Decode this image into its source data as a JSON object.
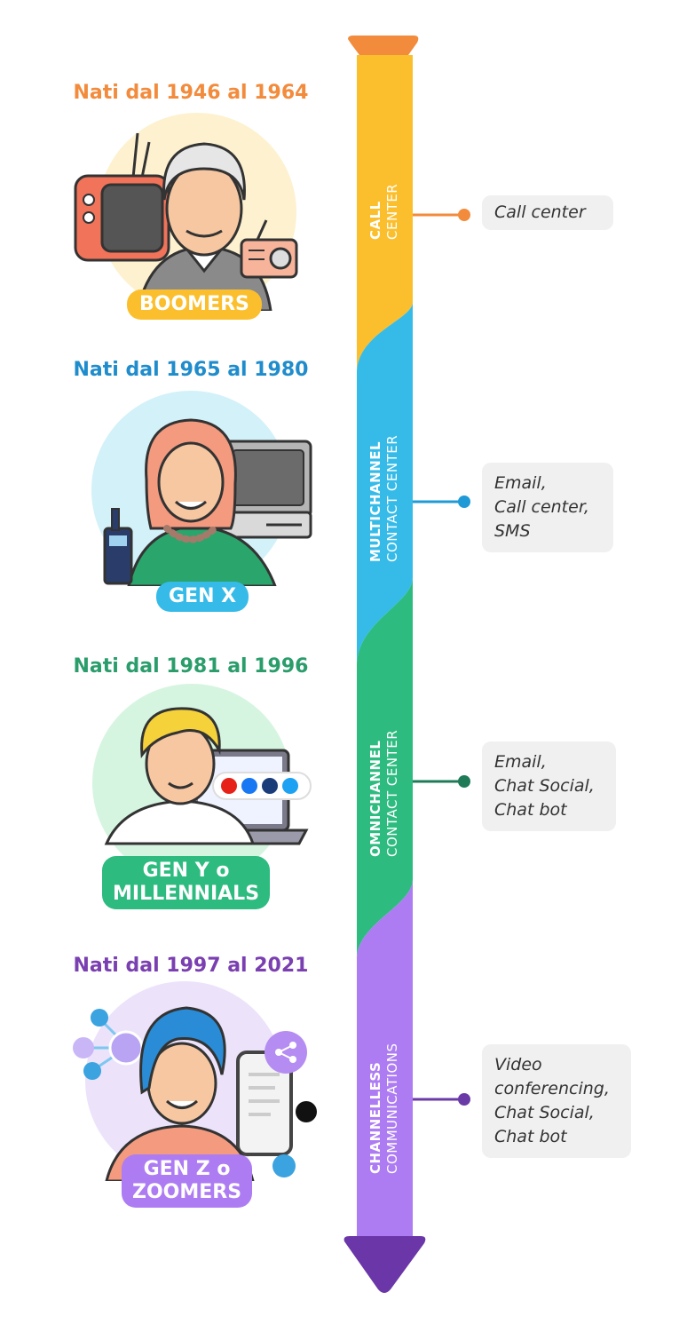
{
  "generations": [
    {
      "prefix": "Nati dal",
      "from": "1946",
      "mid": "al",
      "to": "1964",
      "label": "BOOMERS",
      "color": "#f28b3c"
    },
    {
      "prefix": "Nati dal",
      "from": "1965",
      "mid": "al",
      "to": "1980",
      "label": "GEN X",
      "color": "#1f8ccc"
    },
    {
      "prefix": "Nati dal",
      "from": "1981",
      "mid": "al",
      "to": "1996",
      "label_1": "GEN Y o",
      "label_2": "MILLENNIALS",
      "color": "#2a9d6b"
    },
    {
      "prefix": "Nati dal",
      "from": "1997",
      "mid": "al",
      "to": "2021",
      "label_1": "GEN Z o",
      "label_2": "ZOOMERS",
      "color": "#7a3fb0"
    }
  ],
  "timeline": [
    {
      "bold": "CALL",
      "light": "CENTER",
      "color": "#fbbf2e",
      "channels": [
        "Call center"
      ],
      "dot": "#f28b3c"
    },
    {
      "bold": "MULTICHANNEL",
      "light": "CONTACT CENTER",
      "color": "#36bbe8",
      "channels": [
        "Email,",
        "Call center,",
        "SMS"
      ],
      "dot": "#1f9ad6"
    },
    {
      "bold": "OMNICHANNEL",
      "light": "CONTACT CENTER",
      "color": "#2dbb7f",
      "channels": [
        "Email,",
        "Chat Social,",
        "Chat bot"
      ],
      "dot": "#1f7a58"
    },
    {
      "bold": "CHANNELLESS",
      "light": "COMMUNICATIONS",
      "color": "#ad7cf2",
      "channels": [
        "Video",
        "conferencing,",
        "Chat Social,",
        "Chat bot"
      ],
      "dot": "#6a3aa6"
    }
  ],
  "colors": {
    "arrow_top": "#f28b3c",
    "arrow_bottom": "#6a36a8"
  }
}
